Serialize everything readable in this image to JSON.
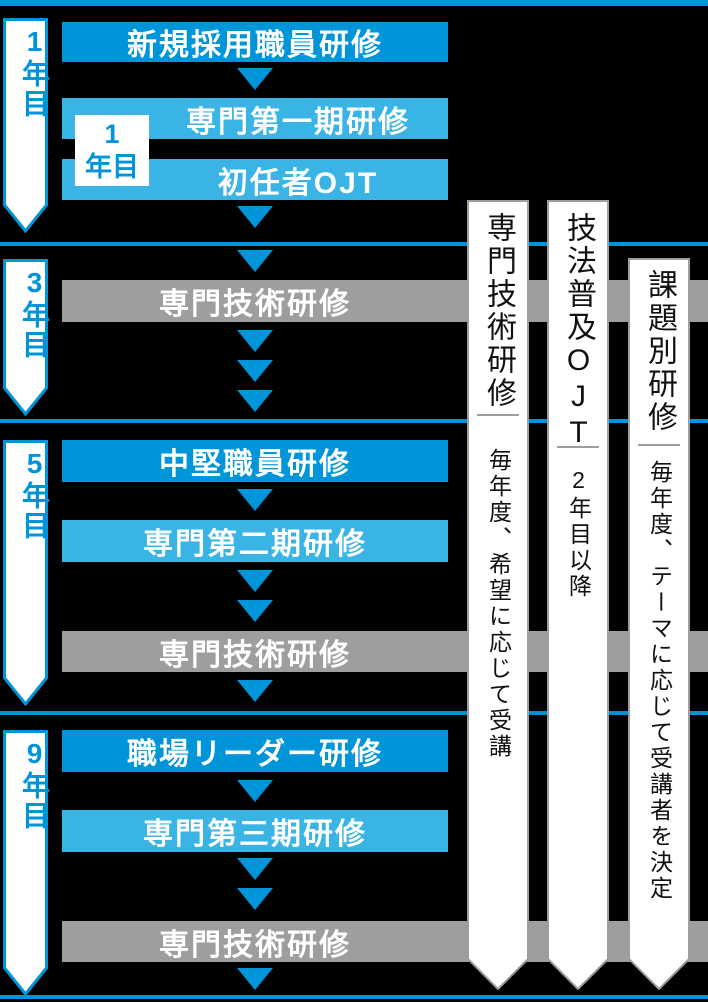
{
  "colors": {
    "background": "#000000",
    "primary_blue": "#0095d8",
    "light_blue": "#39b4e4",
    "gray": "#9e9e9e",
    "white": "#ffffff"
  },
  "year_labels": [
    "1年目",
    "3年目",
    "5年目",
    "9年目"
  ],
  "badge": {
    "line1": "1",
    "line2": "年目"
  },
  "boxes": {
    "new_employee": "新規採用職員研修",
    "senmon_period1": "専門第一期研修",
    "first_year_ojt": "初任者OJT",
    "senmon_tech_y3": "専門技術研修",
    "mid_career": "中堅職員研修",
    "senmon_period2": "専門第二期研修",
    "senmon_tech_y5": "専門技術研修",
    "workplace_leader": "職場リーダー研修",
    "senmon_period3": "専門第三期研修",
    "senmon_tech_y9": "専門技術研修"
  },
  "ribbons": [
    {
      "title": "専門技術研修",
      "subtitle": "毎年度、希望に応じて受講"
    },
    {
      "title": "技法普及OJT",
      "subtitle": "2年目以降"
    },
    {
      "title": "課題別研修",
      "subtitle": "毎年度、テーマに応じて受講者を決定"
    }
  ]
}
